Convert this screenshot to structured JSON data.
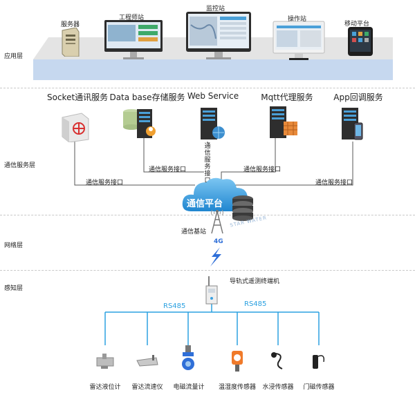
{
  "layers": {
    "application": "应用层",
    "service": "通信服务层",
    "network": "网络层",
    "perception": "感知层"
  },
  "app_nodes": [
    "服务器",
    "工程师站",
    "监控站",
    "操作站",
    "移动平台"
  ],
  "services": [
    "Socket通讯服务",
    "Data base存储服务",
    "Web Service",
    "Mqtt代理服务",
    "App回调服务"
  ],
  "interface_label": "通信服务接口",
  "vertical_label": "通信服务接口",
  "platform_label": "通信平台",
  "watermark": "STAR WATER",
  "base_station": "通信基站",
  "network_type": "4G",
  "terminal": "导轨式遥测终端机",
  "bus": [
    "RS485",
    "RS485"
  ],
  "sensors": [
    "雷达液位计",
    "雷达流速仪",
    "电磁流量计",
    "温湿度传感器",
    "水浸传感器",
    "门磁传感器"
  ],
  "colors": {
    "band": "#c6d8ef",
    "band_top": "#e9e9e9",
    "bus": "#2aa0e0",
    "line": "#555555",
    "cloud": "#2f9fe0"
  }
}
